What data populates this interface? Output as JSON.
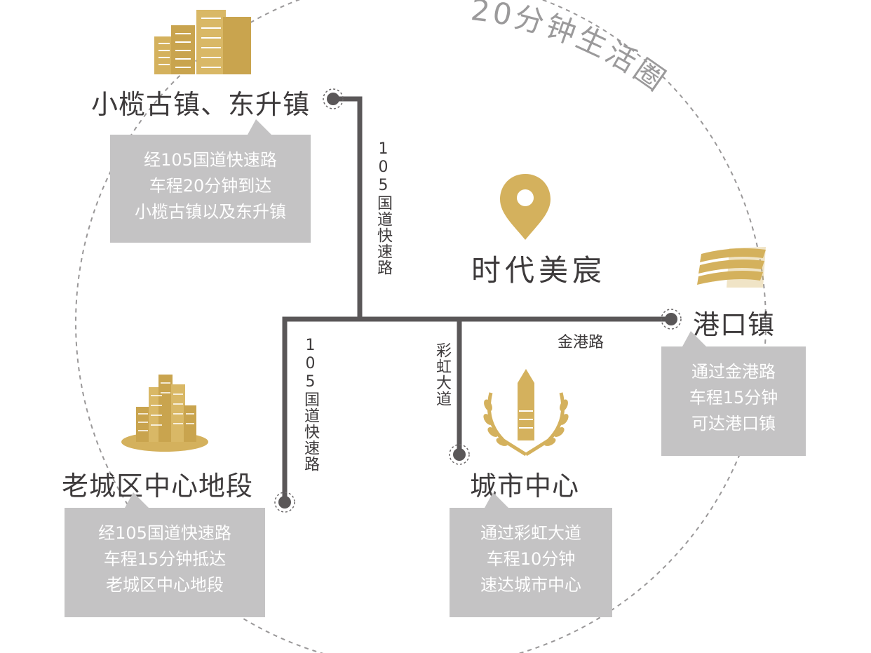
{
  "map": {
    "arc_title": "20分钟生活圈",
    "center": {
      "name": "时代美宸",
      "icon": "location-pin-icon"
    },
    "roads": {
      "highway_north_label": "105国道快速路",
      "highway_south_label": "105国道快速路",
      "rainbow_label": "彩虹大道",
      "jingang_label": "金港路"
    },
    "destinations": {
      "xiaolan": {
        "name": "小榄古镇、东升镇",
        "icon": "buildings-icon",
        "lines": [
          "经105国道快速路",
          "车程20分钟到达",
          "小榄古镇以及东升镇"
        ]
      },
      "gangkou": {
        "name": "港口镇",
        "icon": "waves-icon",
        "lines": [
          "通过金港路",
          "车程15分钟",
          "可达港口镇"
        ]
      },
      "oldtown": {
        "name": "老城区中心地段",
        "icon": "skyscrapers-icon",
        "lines": [
          "经105国道快速路",
          "车程15分钟抵达",
          "老城区中心地段"
        ]
      },
      "citycenter": {
        "name": "城市中心",
        "icon": "wheat-emblem-icon",
        "lines": [
          "通过彩虹大道",
          "车程10分钟",
          "速达城市中心"
        ]
      }
    },
    "colors": {
      "gold": "#d4b15d",
      "road": "#5a5758",
      "box": "#c4c3c4",
      "text": "#3d3a3b"
    }
  }
}
